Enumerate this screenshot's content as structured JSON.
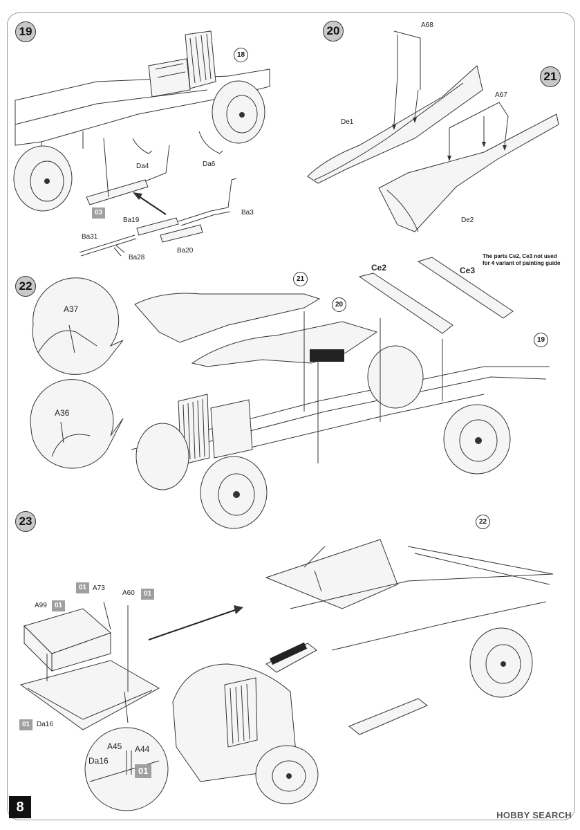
{
  "page": {
    "number": "8"
  },
  "watermark": "HOBBY SEARCH",
  "steps": [
    {
      "number": "19",
      "ref": "18",
      "parts": {
        "da4": "Da4",
        "da6": "Da6",
        "ba3": "Ba3",
        "ba19": "Ba19",
        "ba31": "Ba31",
        "ba28": "Ba28",
        "ba20": "Ba20"
      },
      "paint_tag": "03"
    },
    {
      "number": "20",
      "parts": {
        "a68": "A68",
        "de1": "De1"
      }
    },
    {
      "number": "21",
      "parts": {
        "a67": "A67",
        "de2": "De2"
      }
    },
    {
      "number": "22",
      "refs": [
        "21",
        "20",
        "19"
      ],
      "parts": {
        "ce2": "Ce2",
        "ce3": "Ce3",
        "a37": "A37",
        "a36": "A36"
      },
      "note": "The parts Ce2, Ce3 not used for 4 variant of painting guide"
    },
    {
      "number": "23",
      "ref": "22",
      "parts": {
        "a73": "A73",
        "a60": "A60",
        "a99": "A99",
        "da16": "Da16",
        "a45": "A45",
        "a44": "A44",
        "da16_detail": "Da16"
      },
      "paint_tags": {
        "a73": "01",
        "a60": "01",
        "a99": "01",
        "da16": "01",
        "detail": "01"
      }
    }
  ],
  "colors": {
    "badge": "#c8c8c8",
    "tag": "#9f9f9f",
    "line": "#333333"
  }
}
